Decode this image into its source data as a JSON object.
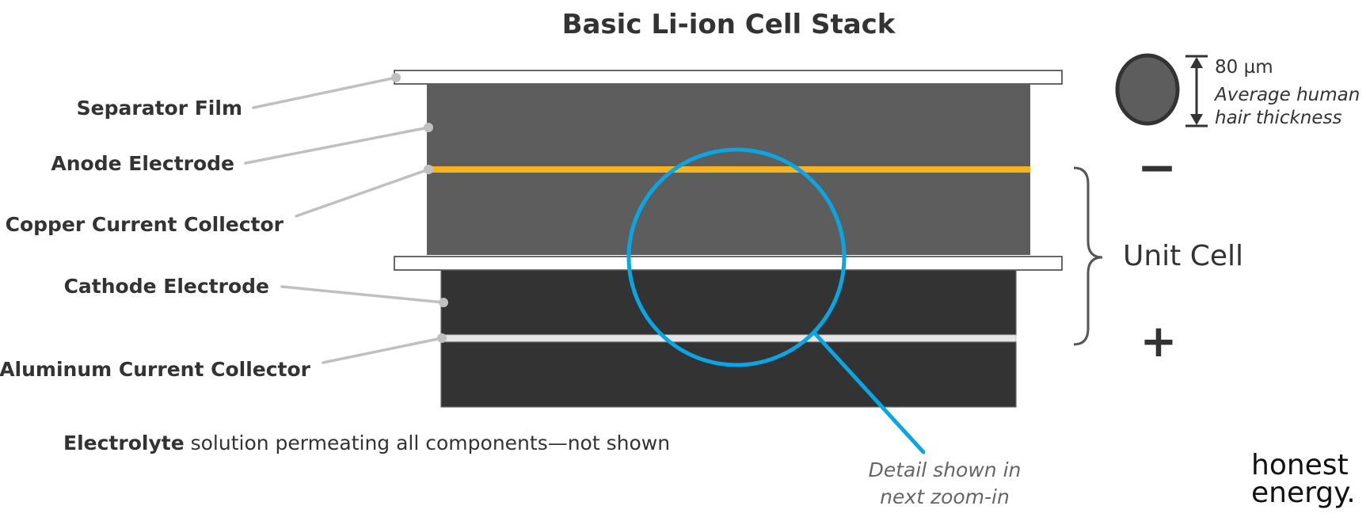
{
  "title": "Basic Li-ion Cell Stack",
  "labels": {
    "separator": "Separator Film",
    "anode": "Anode Electrode",
    "copper": "Copper Current Collector",
    "cathode": "Cathode Electrode",
    "aluminum": "Aluminum Current Collector"
  },
  "electrolyte": {
    "bold": "Electrolyte",
    "rest": " solution permeating all components—not shown"
  },
  "hair": {
    "size": "80 µm",
    "line1": "Average human",
    "line2": "hair thickness"
  },
  "unit_cell": {
    "label": "Unit Cell",
    "minus": "−",
    "plus": "+"
  },
  "detail": {
    "line1": "Detail shown in",
    "line2": "next zoom-in"
  },
  "brand": {
    "line1": "honest",
    "line2": "energy."
  },
  "colors": {
    "separator_fill": "#ffffff",
    "anode_fill": "#5d5d5d",
    "cathode_fill": "#333333",
    "copper": "#f5b41c",
    "aluminum": "#e6e6e6",
    "leader": "#c0c0c0",
    "magnifier": "#0aa5e3",
    "label_text": "#333333"
  }
}
